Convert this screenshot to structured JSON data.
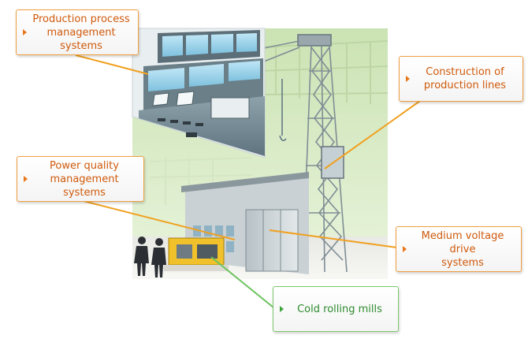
{
  "diagram": {
    "callouts": [
      {
        "id": "production",
        "label": "Production process\nmanagement systems"
      },
      {
        "id": "construction",
        "label": "Construction of\nproduction lines"
      },
      {
        "id": "power",
        "label": "Power quality\nmanagement systems"
      },
      {
        "id": "medium",
        "label": "Medium voltage drive\nsystems"
      },
      {
        "id": "cold",
        "label": "Cold rolling mills"
      }
    ],
    "colors": {
      "callout_border": "#ef9e3e",
      "callout_text": "#cf5a0c",
      "callout_green_border": "#7dc86e",
      "callout_green_text": "#2e8b2e",
      "leader_orange": "#f0a020",
      "leader_green": "#6cc35e",
      "background_wall": "#d4e9bf"
    }
  }
}
